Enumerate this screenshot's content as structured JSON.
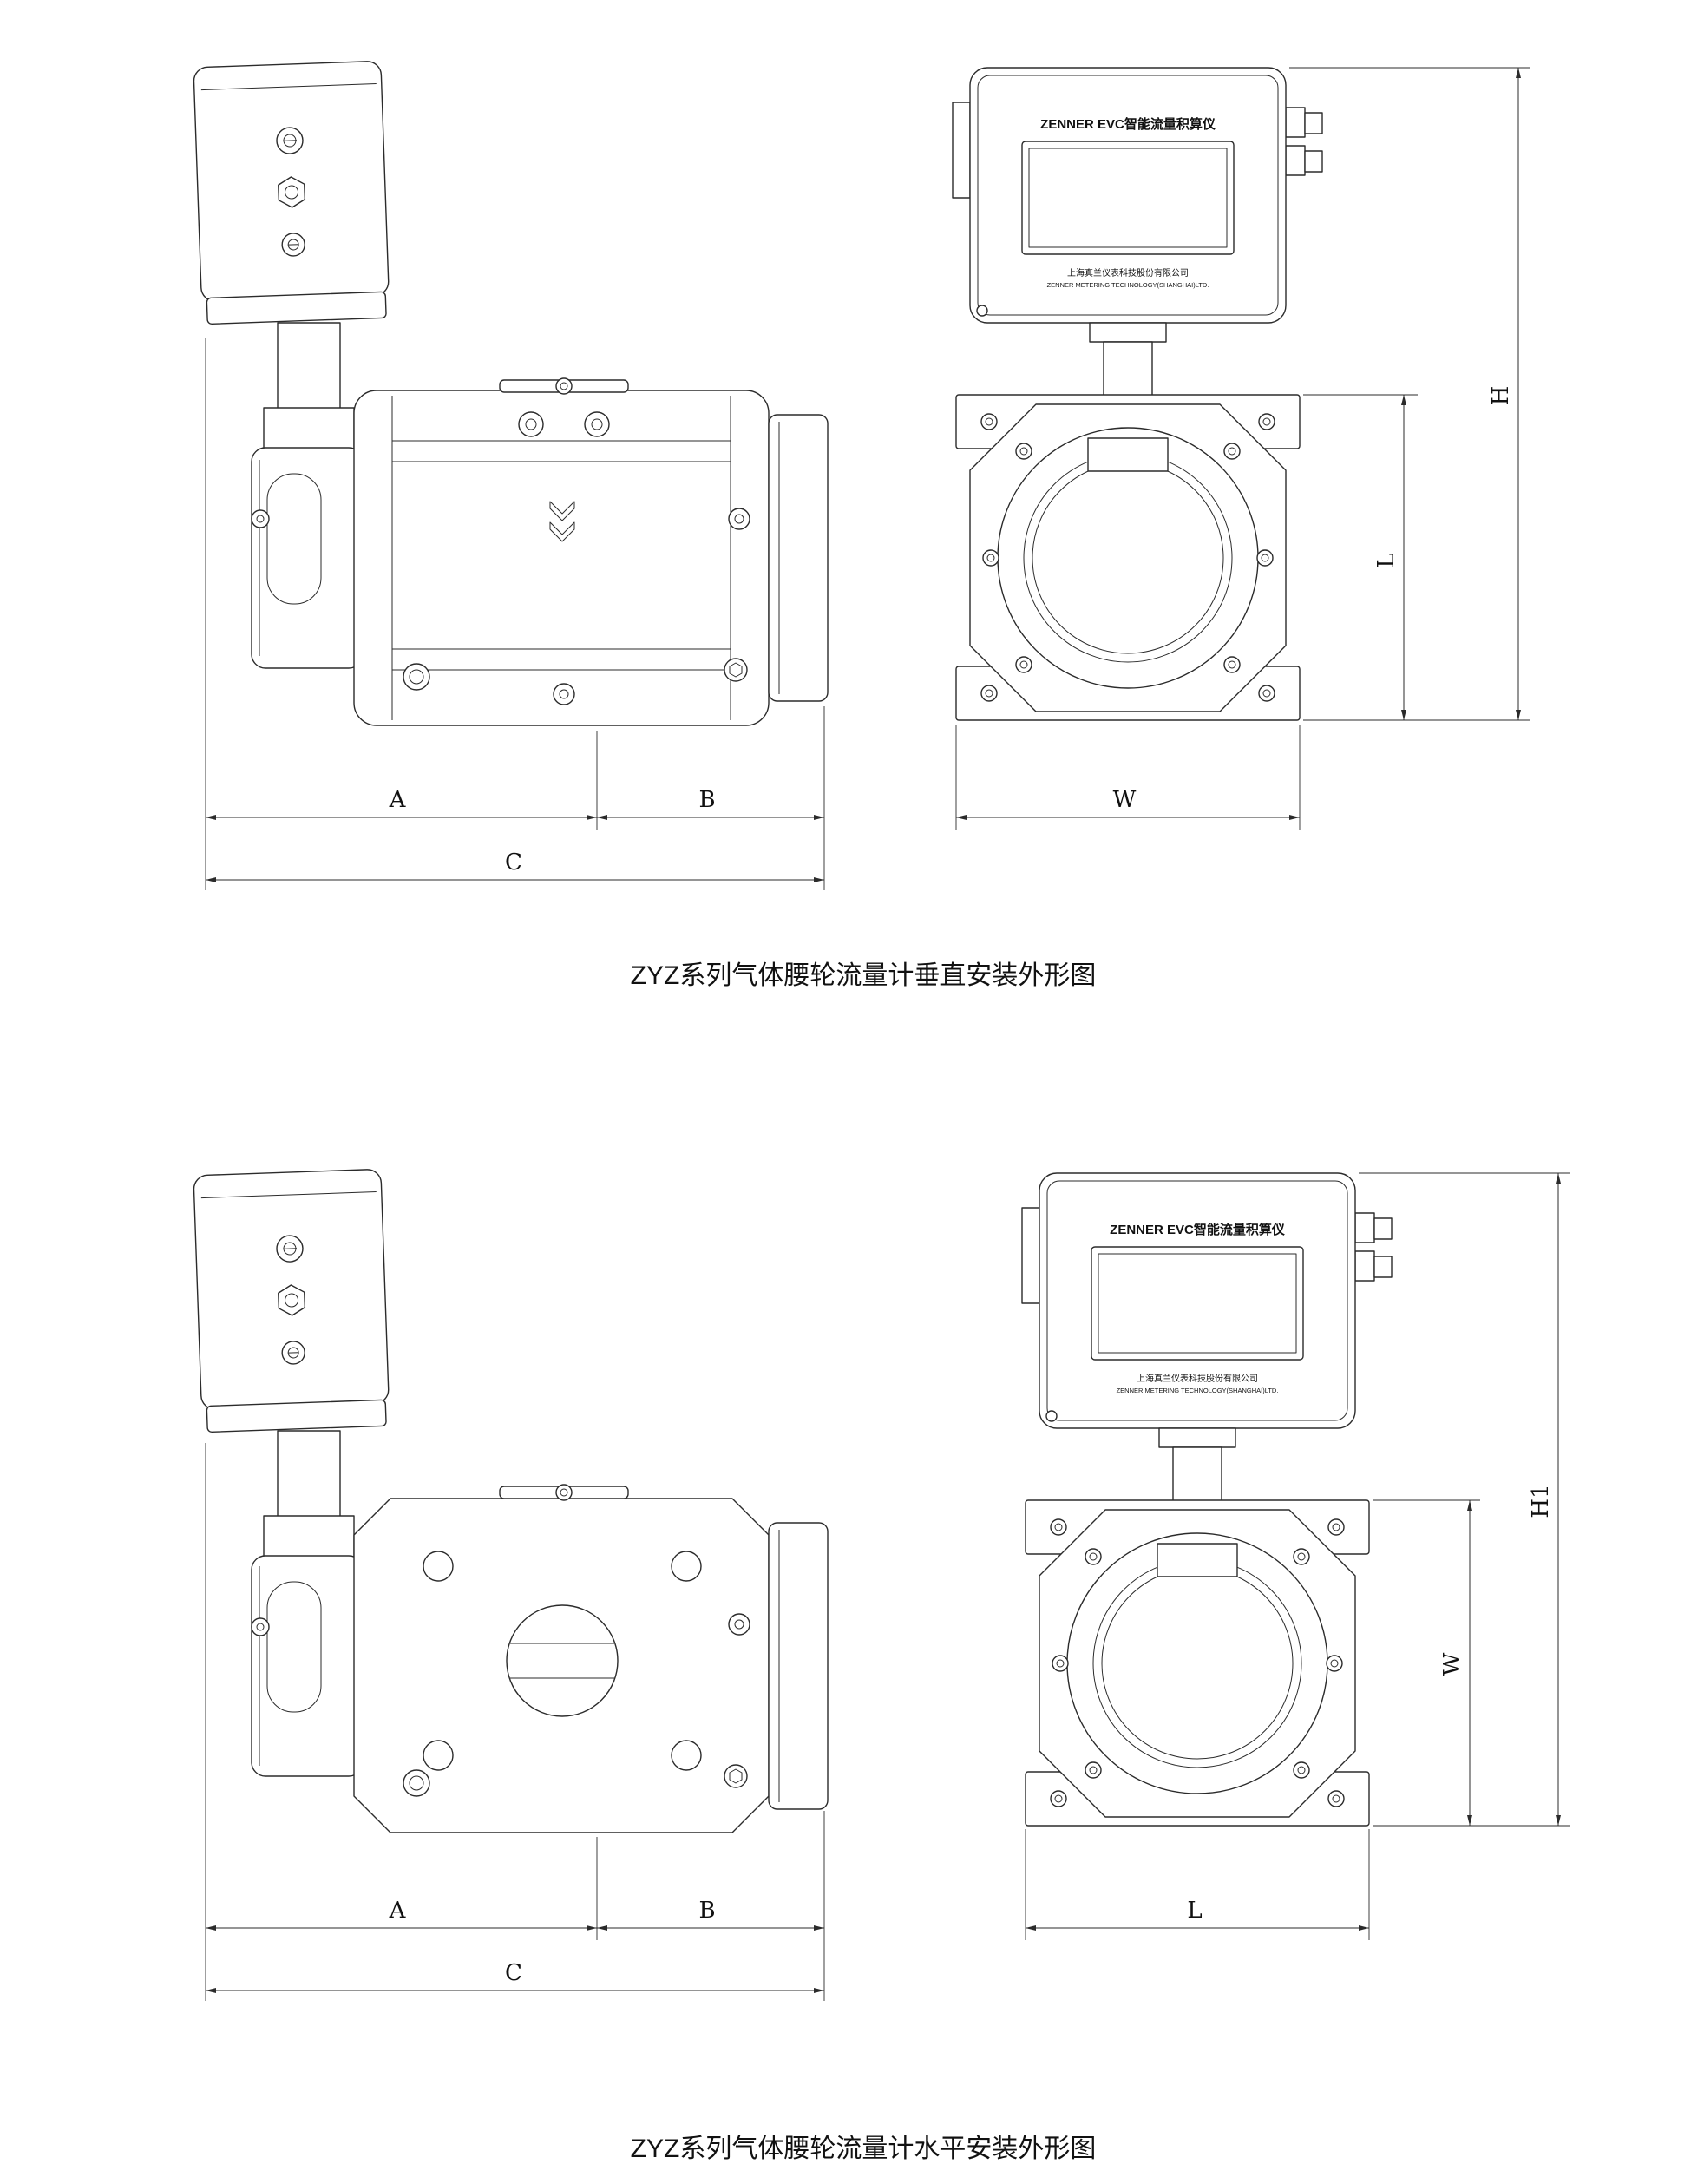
{
  "captions": {
    "vertical": "ZYZ系列气体腰轮流量计垂直安装外形图",
    "horizontal": "ZYZ系列气体腰轮流量计水平安装外形图"
  },
  "display_unit": {
    "header": "ZENNER  EVC智能流量积算仪",
    "company_cn": "上海真兰仪表科技股份有限公司",
    "company_en": "ZENNER METERING TECHNOLOGY(SHANGHAI)LTD."
  },
  "dims": {
    "vertical": {
      "a": "A",
      "b": "B",
      "c": "C",
      "w": "W",
      "l": "L",
      "h": "H"
    },
    "horizontal": {
      "a": "A",
      "b": "B",
      "c": "C",
      "l": "L",
      "w": "W",
      "h1": "H1"
    }
  },
  "colors": {
    "line": "#2b2b2b",
    "background": "#ffffff"
  }
}
